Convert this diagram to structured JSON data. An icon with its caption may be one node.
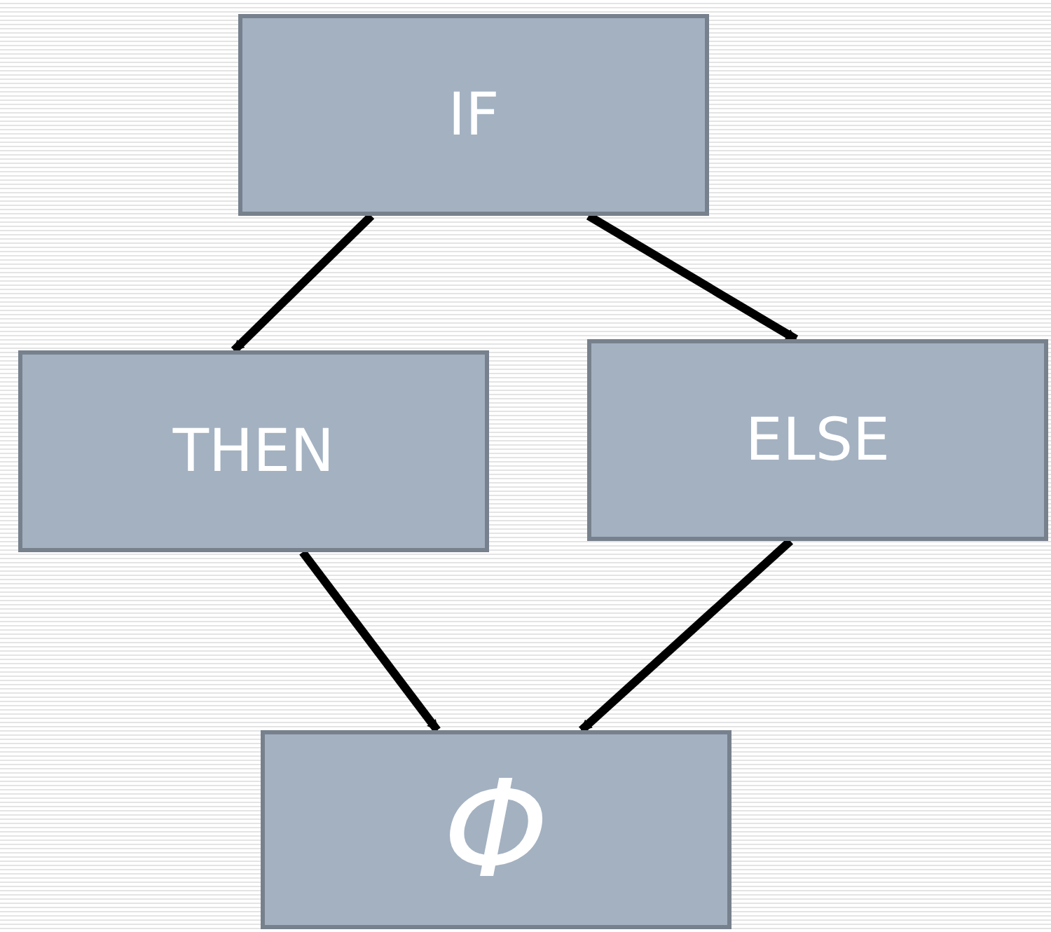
{
  "diagram": {
    "nodes": [
      {
        "text": [
          "IF"
        ]
      },
      {
        "text": [
          "THEN"
        ]
      },
      {
        "text": [
          "ELSE"
        ]
      },
      {
        "text": [
          "Φ"
        ]
      }
    ],
    "edges": [
      {
        "from": 0,
        "to": 1,
        "arrow": "to"
      },
      {
        "from": 0,
        "to": 2,
        "arrow": "to"
      },
      {
        "from": 1,
        "to": 3,
        "arrow": "to"
      },
      {
        "from": 2,
        "to": 3,
        "arrow": "to"
      }
    ]
  }
}
